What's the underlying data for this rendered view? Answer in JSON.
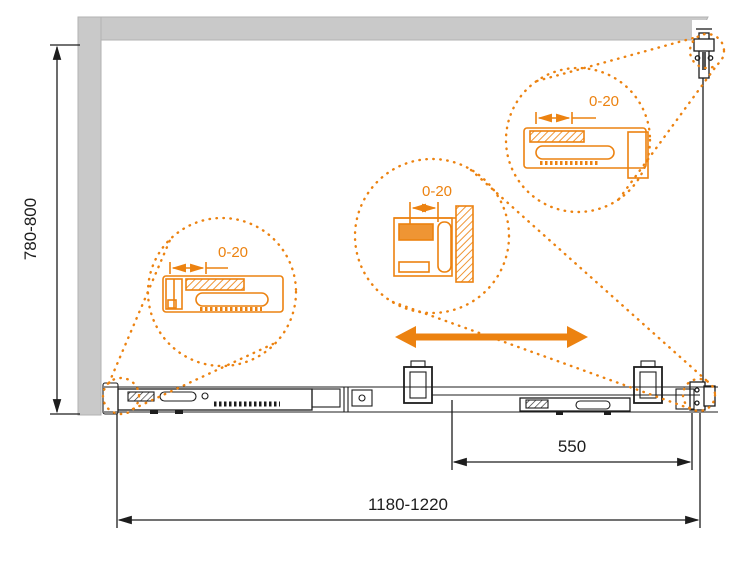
{
  "drawing": {
    "title": "shower-enclosure-installation-dimensions",
    "colors": {
      "accent": "#EC8210",
      "line": "#1d1d1d",
      "wall_fill": "#c9c9c9",
      "wall_edge": "#b2b2b2"
    },
    "dimensions": {
      "height": "780-800",
      "width": "1180-1220",
      "panel_offset": "550"
    },
    "callouts": [
      {
        "label": "0-20"
      },
      {
        "label": "0-20"
      },
      {
        "label": "0-20"
      }
    ]
  }
}
